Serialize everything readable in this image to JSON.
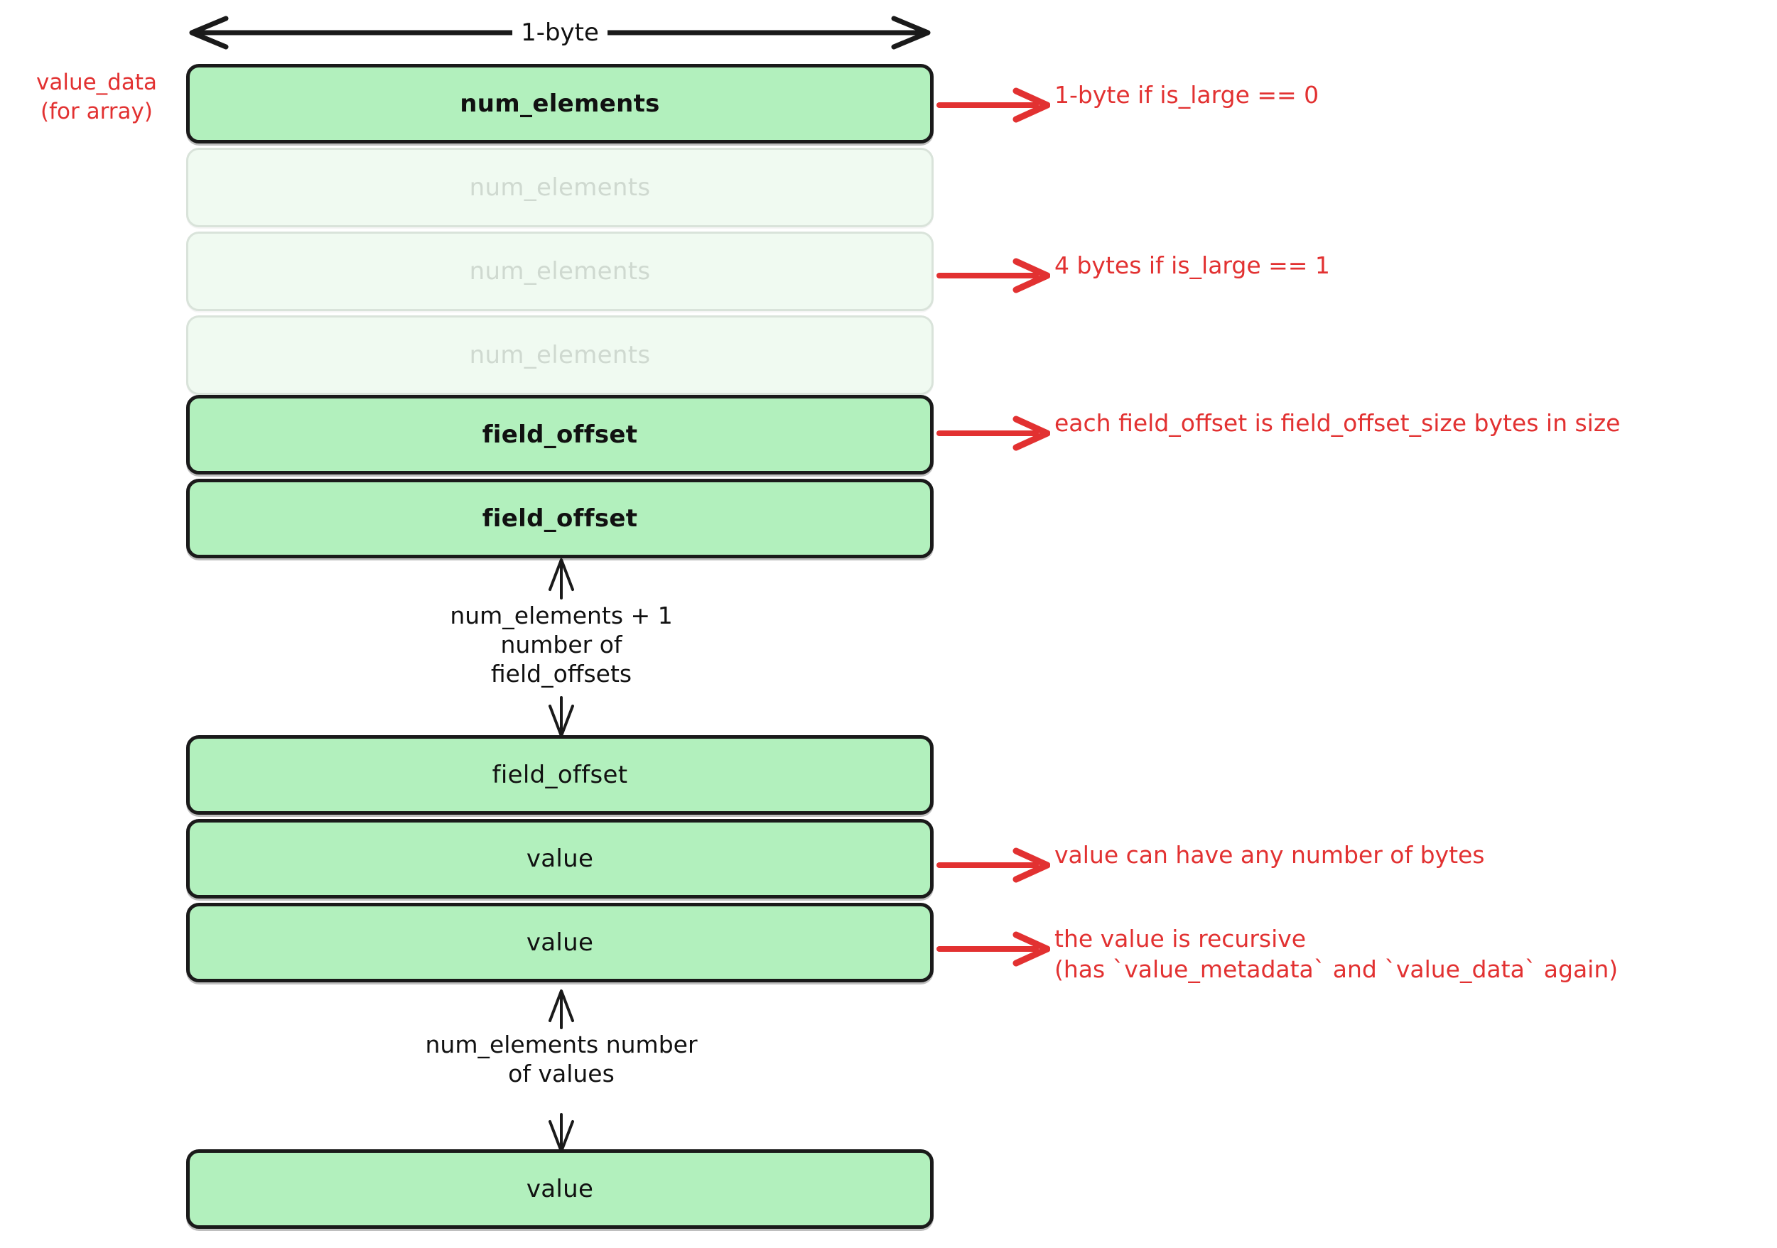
{
  "diagram": {
    "title_label": "value_data (for array)",
    "width_arrow_label": "1-byte",
    "left_label": {
      "line1": "value_data",
      "line2": "(for array)"
    },
    "colors": {
      "box_fill": "#b2f0bd",
      "box_fill_faded": "#f0faf1",
      "box_border": "#1a1a1a",
      "box_border_faded": "#d9e3da",
      "annotation": "#e23131",
      "text": "#111111",
      "text_faded": "#cfd9d0",
      "background": "#ffffff"
    },
    "rows": [
      {
        "id": "num-elements-1",
        "label": "num_elements",
        "state": "solid",
        "bold": true
      },
      {
        "id": "num-elements-2",
        "label": "num_elements",
        "state": "faded",
        "bold": false
      },
      {
        "id": "num-elements-3",
        "label": "num_elements",
        "state": "faded",
        "bold": false
      },
      {
        "id": "num-elements-4",
        "label": "num_elements",
        "state": "faded",
        "bold": false
      },
      {
        "id": "field-offset-1",
        "label": "field_offset",
        "state": "solid",
        "bold": true
      },
      {
        "id": "field-offset-2",
        "label": "field_offset",
        "state": "solid",
        "bold": true
      },
      {
        "id": "field-offset-3",
        "label": "field_offset",
        "state": "solid",
        "bold": false
      },
      {
        "id": "value-1",
        "label": "value",
        "state": "solid",
        "bold": false
      },
      {
        "id": "value-2",
        "label": "value",
        "state": "solid",
        "bold": false
      },
      {
        "id": "value-3",
        "label": "value",
        "state": "solid",
        "bold": false
      }
    ],
    "annotations": [
      {
        "id": "is-large-0",
        "lines": [
          "1-byte if is_large == 0"
        ]
      },
      {
        "id": "is-large-1",
        "lines": [
          "4 bytes if is_large == 1"
        ]
      },
      {
        "id": "field-offset-size",
        "lines": [
          "each field_offset is field_offset_size bytes in size"
        ]
      },
      {
        "id": "value-bytes",
        "lines": [
          "value can have any number of bytes"
        ]
      },
      {
        "id": "value-recursive",
        "lines": [
          "the value is recursive",
          "(has `value_metadata` and `value_data` again)"
        ]
      }
    ],
    "span_notes": [
      {
        "id": "field-offset-count",
        "lines": [
          "num_elements + 1",
          "number of",
          "field_offsets"
        ]
      },
      {
        "id": "value-count",
        "lines": [
          "num_elements number",
          "of values"
        ]
      }
    ]
  }
}
